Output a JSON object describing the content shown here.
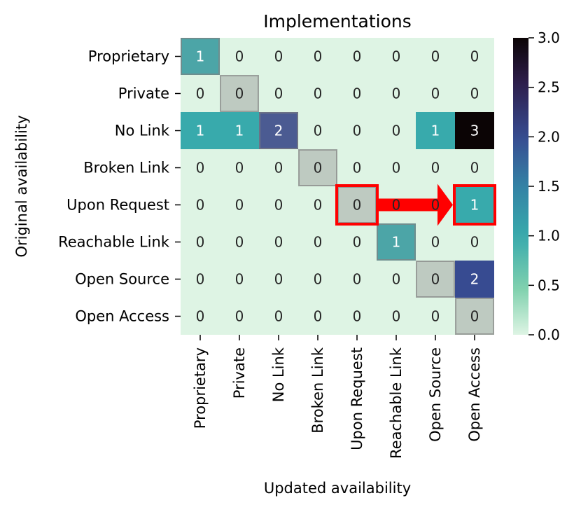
{
  "chart_data": {
    "type": "heatmap",
    "title": "Implementations",
    "xlabel": "Updated availability",
    "ylabel": "Original availability",
    "x_categories": [
      "Proprietary",
      "Private",
      "No Link",
      "Broken Link",
      "Upon Request",
      "Reachable Link",
      "Open Source",
      "Open Access"
    ],
    "y_categories": [
      "Proprietary",
      "Private",
      "No Link",
      "Broken Link",
      "Upon Request",
      "Reachable Link",
      "Open Source",
      "Open Access"
    ],
    "values": [
      [
        1,
        0,
        0,
        0,
        0,
        0,
        0,
        0
      ],
      [
        0,
        0,
        0,
        0,
        0,
        0,
        0,
        0
      ],
      [
        1,
        1,
        2,
        0,
        0,
        0,
        1,
        3
      ],
      [
        0,
        0,
        0,
        0,
        0,
        0,
        0,
        0
      ],
      [
        0,
        0,
        0,
        0,
        0,
        0,
        0,
        1
      ],
      [
        0,
        0,
        0,
        0,
        0,
        1,
        0,
        0
      ],
      [
        0,
        0,
        0,
        0,
        0,
        0,
        0,
        2
      ],
      [
        0,
        0,
        0,
        0,
        0,
        0,
        0,
        0
      ]
    ],
    "colorbar": {
      "min": 0.0,
      "max": 3.0,
      "ticks": [
        "0.0",
        "0.5",
        "1.0",
        "1.5",
        "2.0",
        "2.5",
        "3.0"
      ],
      "colormap": "mako_r"
    },
    "diagonal_highlight": true,
    "annotation": {
      "type": "arrow",
      "from_cell": [
        "Upon Request",
        "Upon Request"
      ],
      "to_cell": [
        "Upon Request",
        "Open Access"
      ],
      "color": "#ff0000"
    }
  }
}
